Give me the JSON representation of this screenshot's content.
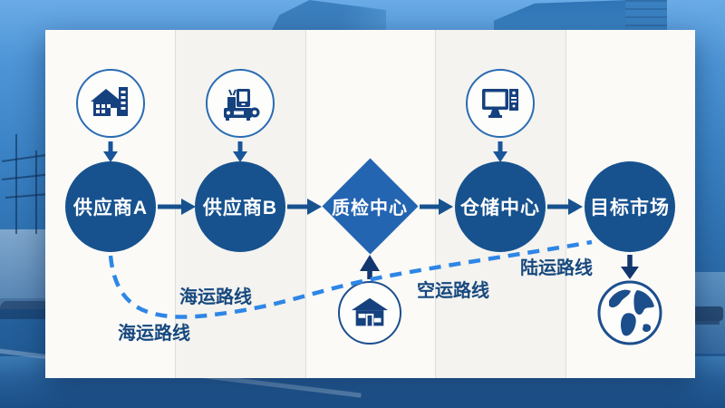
{
  "diagram": {
    "nodes": [
      {
        "id": "supplier-a",
        "label": "供应商A",
        "shape": "circle"
      },
      {
        "id": "supplier-b",
        "label": "供应商B",
        "shape": "circle"
      },
      {
        "id": "qc-center",
        "label": "质检中心",
        "shape": "diamond"
      },
      {
        "id": "warehouse-center",
        "label": "仓储中心",
        "shape": "circle"
      },
      {
        "id": "target-market",
        "label": "目标市场",
        "shape": "circle"
      }
    ],
    "route_labels": [
      {
        "id": "sea-route-lower",
        "label": "海运路线"
      },
      {
        "id": "sea-route-upper",
        "label": "海运路线"
      },
      {
        "id": "air-route",
        "label": "空运路线"
      },
      {
        "id": "land-route",
        "label": "陆运路线"
      }
    ],
    "icons": [
      {
        "name": "factory-icon",
        "attached_to": "supplier-a"
      },
      {
        "name": "machine-icon",
        "attached_to": "supplier-b"
      },
      {
        "name": "computer-icon",
        "attached_to": "warehouse-center"
      },
      {
        "name": "house-icon",
        "attached_to": "qc-center"
      },
      {
        "name": "globe-icon",
        "attached_to": "target-market"
      }
    ],
    "colors": {
      "node_fill": "#17528f",
      "diamond_fill": "#2465b2",
      "node_text": "#ffffff",
      "dashed_route": "#2e86e6",
      "route_label_text": "#17497f",
      "icon_circle_stroke": "#2a6cb3",
      "icon_glyph": "#16417f",
      "solid_arrow": "#1a549a",
      "dark_arrow": "#12366e",
      "card_background": "#fbfaf7"
    }
  }
}
